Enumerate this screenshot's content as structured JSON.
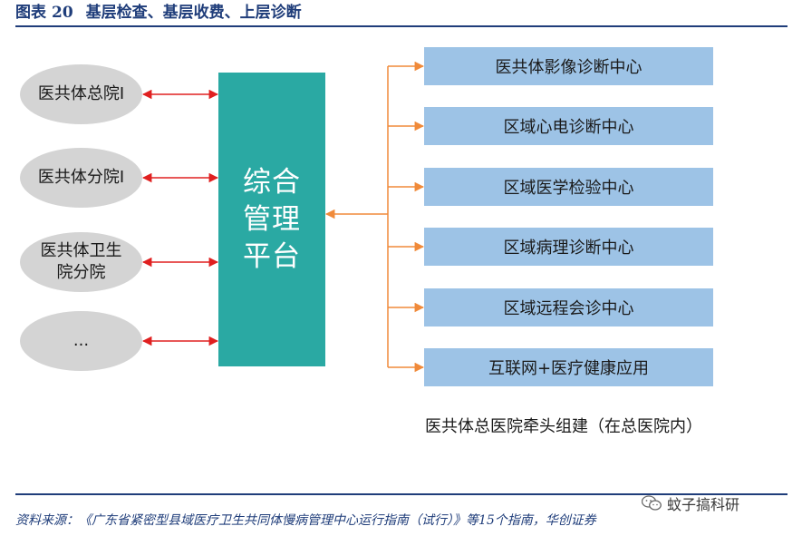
{
  "figure": {
    "label": "图表",
    "number": "20",
    "title": "基层检查、基层收费、上层诊断"
  },
  "left_nodes": [
    {
      "label": "医共体总院I"
    },
    {
      "label": "医共体分院I"
    },
    {
      "label": "医共体卫生\n院分院"
    },
    {
      "label": "..."
    }
  ],
  "hub": {
    "label": "综合\n管理\n平台"
  },
  "right_nodes": [
    {
      "label": "医共体影像诊断中心"
    },
    {
      "label": "区域心电诊断中心"
    },
    {
      "label": "区域医学检验中心"
    },
    {
      "label": "区域病理诊断中心"
    },
    {
      "label": "区域远程会诊中心"
    },
    {
      "label": "互联网+医疗健康应用"
    }
  ],
  "caption": "医共体总医院牵头组建（在总医院内）",
  "source": "资料来源：《广东省紧密型县域医疗卫生共同体慢病管理中心运行指南（试行）》等15个指南，华创证券",
  "watermark": {
    "icon": "wechat-icon",
    "text": "蚊子搞科研"
  },
  "colors": {
    "title": "#1f3d7a",
    "left_node_fill": "#d4d4d4",
    "hub_fill": "#2aa9a3",
    "right_node_fill": "#9dc3e6",
    "left_connector": "#e02020",
    "right_connector": "#f08a3a"
  }
}
